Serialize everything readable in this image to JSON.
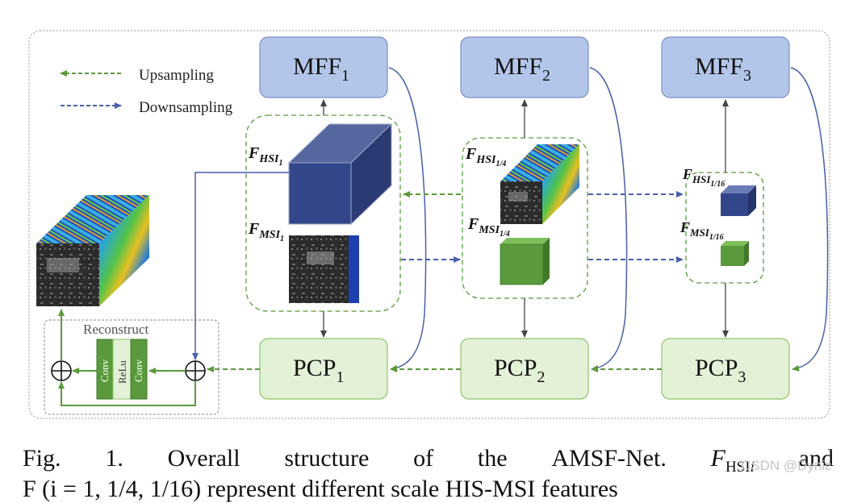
{
  "legend": {
    "upsampling": "Upsampling",
    "downsampling": "Downsampling"
  },
  "mff": [
    {
      "main": "MFF",
      "sub": "1"
    },
    {
      "main": "MFF",
      "sub": "2"
    },
    {
      "main": "MFF",
      "sub": "3"
    }
  ],
  "pcp": [
    {
      "main": "PCP",
      "sub": "1"
    },
    {
      "main": "PCP",
      "sub": "2"
    },
    {
      "main": "PCP",
      "sub": "3"
    }
  ],
  "features": {
    "hsi_1": {
      "main": "F",
      "sub1": "HSI",
      "sub2": "1"
    },
    "msi_1": {
      "main": "F",
      "sub1": "MSI",
      "sub2": "1"
    },
    "hsi_4": {
      "main": "F",
      "sub1": "HSI",
      "sub2": "1/4"
    },
    "msi_4": {
      "main": "F",
      "sub1": "MSI",
      "sub2": "1/4"
    },
    "hsi_16": {
      "main": "F",
      "sub1": "HSI",
      "sub2": "1/16"
    },
    "msi_16": {
      "main": "F",
      "sub1": "MSI",
      "sub2": "1/16"
    }
  },
  "reconstruct": {
    "title": "Reconstruct",
    "conv1": "Conv",
    "relu": "ReLu",
    "conv2": "Conv"
  },
  "caption": {
    "fig": "Fig.",
    "num": "1.",
    "w1": "Overall",
    "w2": "structure",
    "w3": "of",
    "w4": "the",
    "w5": "AMSF-Net.",
    "f_main": "F",
    "f_sub": "HSI",
    "f_subsub": "i",
    "w6": "and",
    "line2": "F    (i = 1, 1/4, 1/16)    represent    different    scale    HIS-MSI    features"
  },
  "watermark": "CSDN @Dynic",
  "colors": {
    "upsampling": "#5a9a3c",
    "downsampling": "#4a5fa8",
    "mff_fill": "#b3c6ea",
    "mff_stroke": "#7a8fc8",
    "pcp_fill": "#e3f1d6",
    "pcp_stroke": "#8fc46a",
    "cube_blue": "#34468a",
    "cube_green": "#5a9a3c"
  }
}
